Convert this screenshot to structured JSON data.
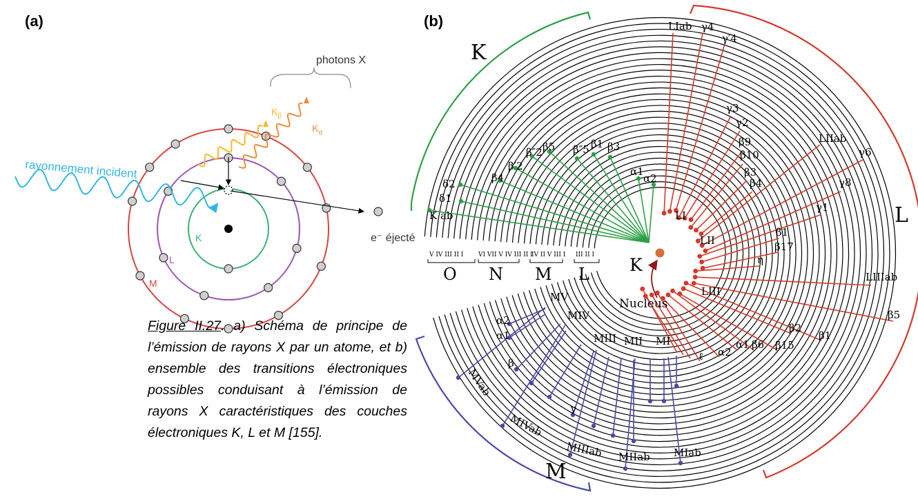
{
  "panel_a": {
    "label": "(a)",
    "incident_label": "rayonnement incident",
    "photons_label": "photons X",
    "k_alpha": "K",
    "k_alpha_sub": "α",
    "k_beta": "K",
    "k_beta_sub": "β",
    "ejected_label": "e⁻ éjecté",
    "shell_k": "K",
    "shell_l": "L",
    "shell_m": "M",
    "colors": {
      "incident": "#33b5e5",
      "k_alpha": "#ed8c3a",
      "k_beta": "#f6b82c",
      "shell_k": "#3bb273",
      "shell_l": "#9b59b6",
      "shell_m": "#d64541"
    }
  },
  "panel_b": {
    "label": "(b)",
    "shell_k": "K",
    "shell_l": "L",
    "shell_m": "M",
    "nucleus_label": "Nucleus",
    "nucleus_k": "K",
    "group_labels": [
      "O",
      "N",
      "M",
      "L"
    ],
    "roman_o": "V IV III II I",
    "roman_n": "VI VII V IV III II I",
    "roman_m": "IV II V III I",
    "roman_l": "III II I",
    "k_lines": {
      "k_ab": "K ab",
      "delta1": "δ1",
      "delta2": "δ2",
      "beta4": "β4",
      "beta2p": "β′2",
      "beta2pp": "β″2",
      "beta5": "β5",
      "beta5pp": "β″5",
      "beta1": "β1",
      "beta3": "β3",
      "alpha1": "α1",
      "alpha2": "α2"
    },
    "l_lines": {
      "l1ab": "LIab",
      "gamma4": "γ4",
      "gamma4p": "γ′4",
      "gamma3": "γ3",
      "gamma2": "γ2",
      "beta9": "β9",
      "beta10": "β10",
      "beta3": "β3",
      "beta4": "β4",
      "l2ab": "LIIab",
      "gamma6": "γ6",
      "gamma8": "γ8",
      "gamma1": "γ1",
      "beta1": "β1",
      "beta17": "β17",
      "eta": "η",
      "l3ab": "LIIIab",
      "beta5": "β5",
      "beta1b": "β1",
      "beta2": "β2",
      "beta15": "β15",
      "beta6": "β6",
      "alpha1": "α1",
      "alpha2": "α2",
      "ell": "ℓ",
      "l_i": "LI",
      "l_ii": "LII",
      "l_iii": "LIII"
    },
    "m_lines": {
      "m_v": "MV",
      "m_iv": "MIV",
      "m_iii": "MIII",
      "m_ii": "MII",
      "m_i": "MI",
      "alpha2": "α2",
      "alpha1": "α1",
      "beta": "β",
      "gamma": "γ",
      "mv_ab": "MVab",
      "miv_ab": "MIVab",
      "miii_ab": "MIIIab",
      "mii_ab": "MIIab",
      "mi_ab": "MIab"
    },
    "colors": {
      "k_series": "#2ca046",
      "l_series": "#d23a2a",
      "m_series": "#4a48a8",
      "nucleus": "#d4703a",
      "arrow": "#8b1a1a"
    }
  },
  "caption": {
    "ref": "Figure II.27",
    "text": ". a) Schéma de principe de l’émission de rayons X par un atome, et b) ensemble des transitions électroniques possibles conduisant à l’émission de rayons X caractéristiques des couches électroniques K, L et M [155]."
  }
}
